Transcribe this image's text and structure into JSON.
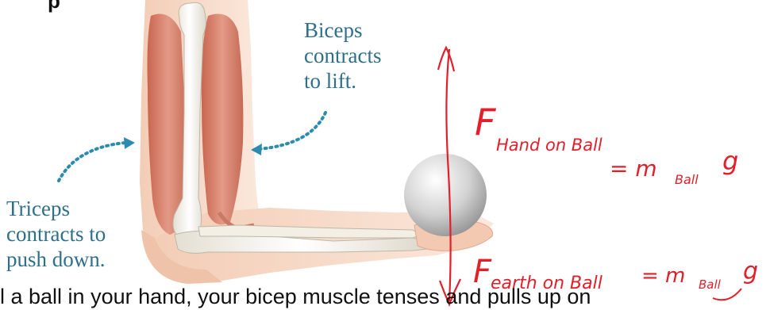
{
  "biceps_label": [
    "Biceps",
    "contracts",
    "to lift."
  ],
  "triceps_label": [
    "Triceps",
    "contracts to",
    "push down."
  ],
  "top_fragment": "p",
  "caption": "l a ball in your hand, your bicep muscle tenses and pulls up on",
  "annotations": {
    "force_up": {
      "main": "F",
      "subscript": "Hand on Ball",
      "equals": "= m",
      "mass_subscript": "Ball",
      "g": "g"
    },
    "force_down": {
      "main": "F",
      "subscript": "earth on Ball",
      "equals": "= m",
      "mass_subscript": "Ball",
      "g": "g"
    }
  },
  "colors": {
    "label_blue": "#2e6f8a",
    "ink_red": "#e0202a",
    "muscle": "#d9826e",
    "bone": "#f4f1e8",
    "skin": "#f6d9c6"
  }
}
